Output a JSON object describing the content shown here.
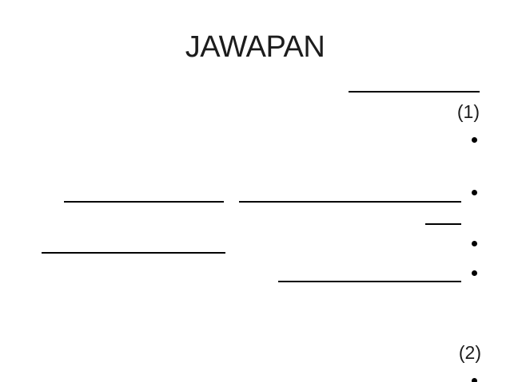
{
  "slide": {
    "title": "JAWAPAN",
    "answer_numbers": [
      "(1)",
      "(2)"
    ],
    "bullet_glyph": "•",
    "colors": {
      "background": "#ffffff",
      "text": "#1c1c1c",
      "line": "#000000"
    }
  }
}
